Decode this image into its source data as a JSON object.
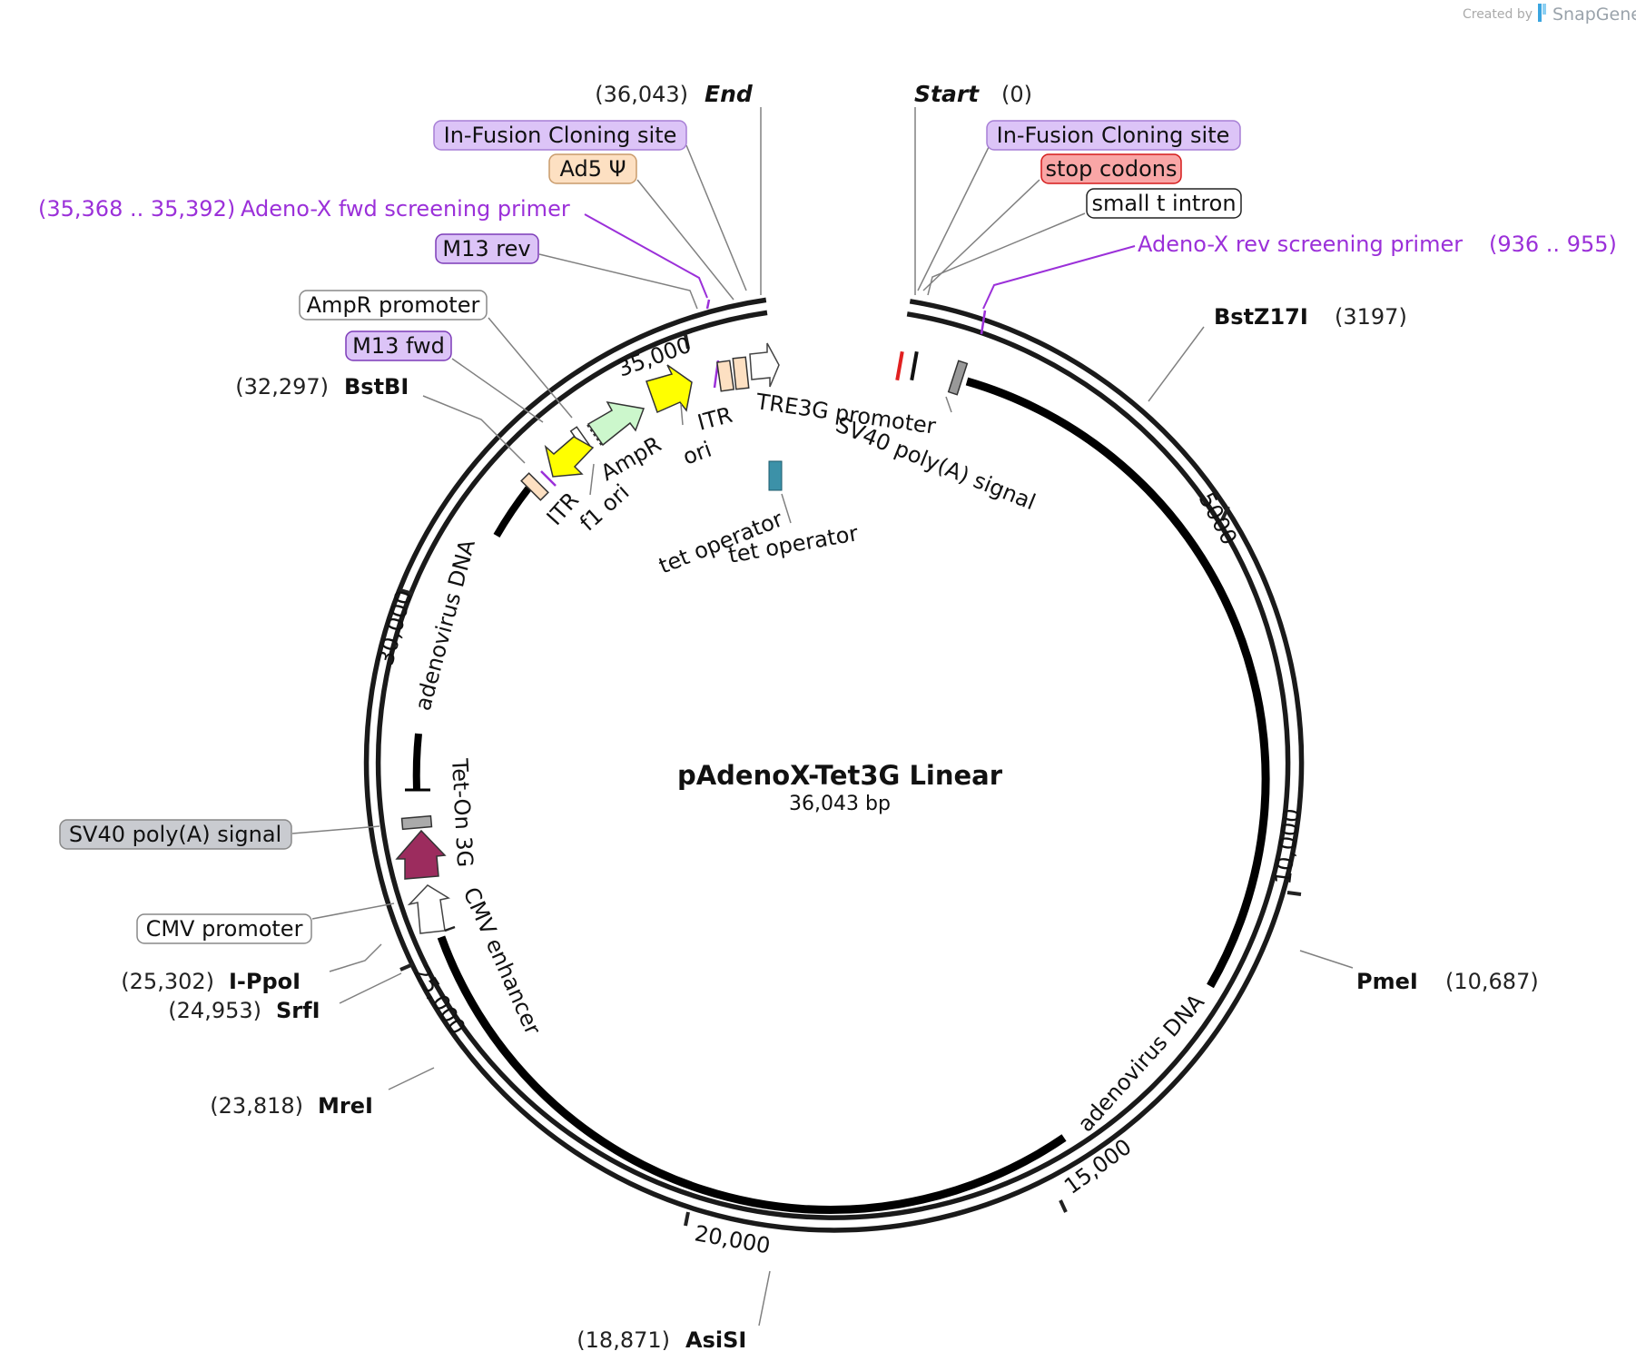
{
  "credit": {
    "created_by": "Created by",
    "brand": "SnapGene"
  },
  "map": {
    "name": "pAdenoX-Tet3G Linear",
    "length": "36,043 bp"
  },
  "ends": {
    "end_pos": "(36,043)",
    "end_label": "End",
    "start_label": "Start",
    "start_pos": "(0)"
  },
  "ticks": [
    "5000",
    "10,000",
    "15,000",
    "20,000",
    "25,000",
    "30,000",
    "35,000"
  ],
  "sites": {
    "bstz17i": {
      "name": "BstZ17I",
      "pos": "(3197)"
    },
    "pmei": {
      "name": "PmeI",
      "pos": "(10,687)"
    },
    "asisi": {
      "name": "AsiSI",
      "pos": "(18,871)"
    },
    "mrei": {
      "name": "MreI",
      "pos": "(23,818)"
    },
    "srfi": {
      "name": "SrfI",
      "pos": "(24,953)"
    },
    "ippoi": {
      "name": "I-PpoI",
      "pos": "(25,302)"
    },
    "bstbi": {
      "name": "BstBI",
      "pos": "(32,297)"
    }
  },
  "boxed": {
    "infusion_left": "In-Fusion Cloning site",
    "ad5psi": "Ad5 Ψ",
    "m13rev": "M13 rev",
    "ampr_promoter": "AmpR promoter",
    "m13fwd": "M13 fwd",
    "infusion_right": "In-Fusion Cloning site",
    "stop_codons": "stop codons",
    "small_t_intron": "small t intron",
    "sv40_polya_left": "SV40 poly(A) signal",
    "cmv_promoter": "CMV promoter"
  },
  "primers": {
    "fwd_range": "(35,368 .. 35,392)",
    "fwd_name": "Adeno-X fwd screening primer",
    "rev_name": "Adeno-X rev screening primer",
    "rev_range": "(936 .. 955)"
  },
  "features": {
    "itr_top": "ITR",
    "tre3g": "TRE3G promoter",
    "sv40_polya_top": "SV40 poly(A) signal",
    "ori": "ori",
    "ampr": "AmpR",
    "f1ori": "f1 ori",
    "itr_left": "ITR",
    "tet_op1": "tet operator",
    "tet_op2": "tet operator",
    "adeno_left": "adenovirus DNA",
    "adeno_right": "adenovirus DNA",
    "teton3g": "Tet-On 3G",
    "cmv_enhancer": "CMV enhancer"
  },
  "colors": {
    "primer": "#9b30d9",
    "purple_box": "#dcc4f7",
    "orange_box": "#fde0c2",
    "red_box": "#f9a6a6",
    "gray_box": "#c9cbd0",
    "yellow": "#ffff00",
    "ampr_green": "#ccf7cc",
    "teton": "#9c2c5e",
    "tet_op": "#3c91a8"
  }
}
